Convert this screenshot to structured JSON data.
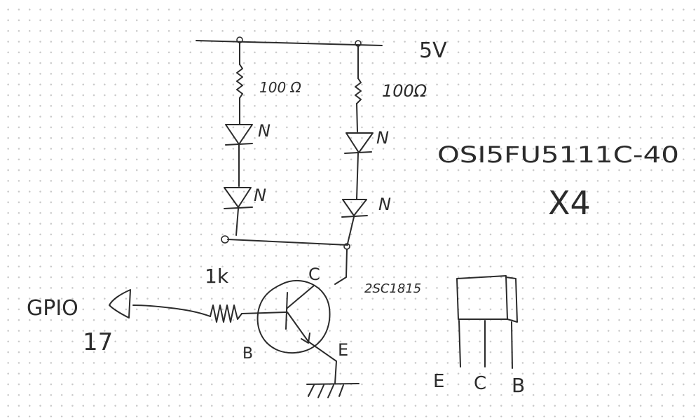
{
  "supply_label": "5V",
  "resistor_left_label": "100 Ω",
  "resistor_right_label": "100Ω",
  "led_label": "N",
  "base_resistor_label": "1k",
  "transistor_part": "2SC1815",
  "pin_c": "C",
  "pin_b": "B",
  "pin_e": "E",
  "gpio_label": "GPIO",
  "gpio_number": "17",
  "led_part": "OSI5FU5111C-40",
  "quantity": "X4",
  "package_pins": [
    "E",
    "C",
    "B"
  ]
}
